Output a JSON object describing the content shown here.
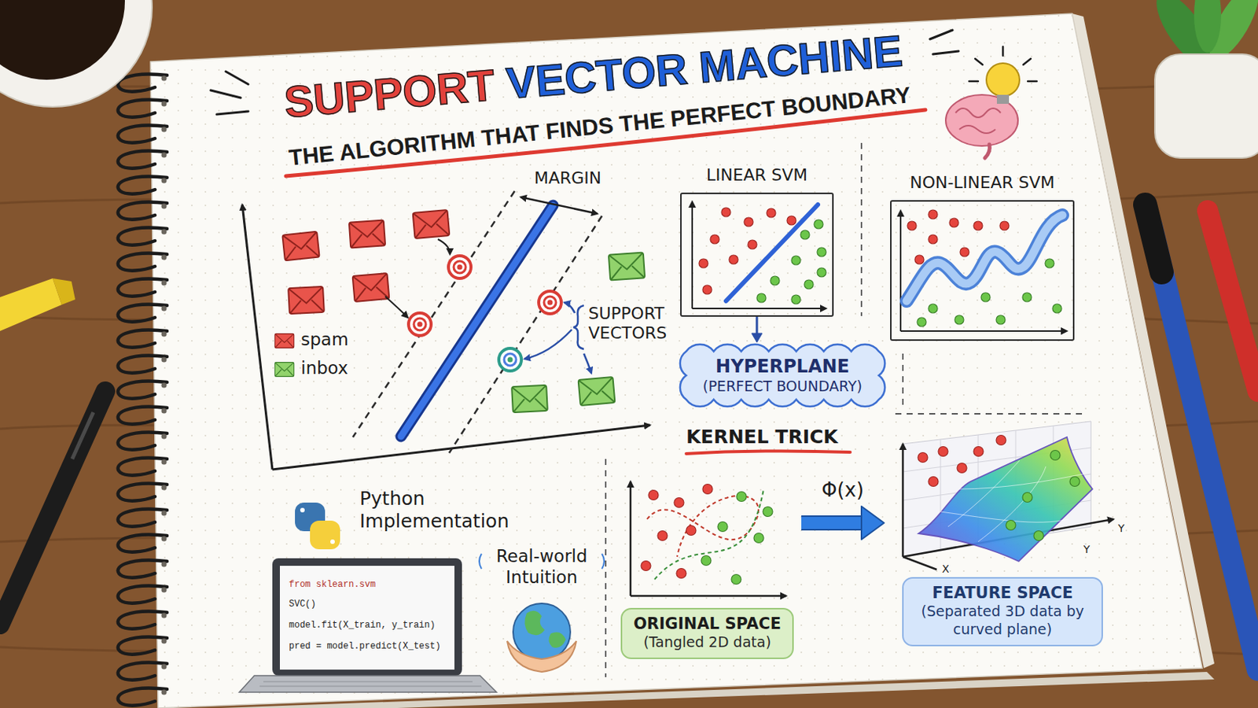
{
  "diagram": {
    "title": "SUPPORT VECTOR MACHINE",
    "nodes": [
      {
        "text": [
          "LINEAR SVM"
        ]
      },
      {
        "text": [
          "HYPERPLANE",
          "(PERFECT BOUNDARY)"
        ]
      },
      {
        "text": [
          "NON-LINEAR SVM"
        ]
      },
      {
        "text": [
          "ORIGINAL SPACE",
          "(Tangled 2D data)"
        ]
      },
      {
        "text": [
          "FEATURE SPACE",
          "(Separated 3D data by curved plane)"
        ]
      }
    ],
    "edges": [
      {
        "from": 0,
        "to": 1,
        "arrow": "to"
      },
      {
        "from": 3,
        "to": 4,
        "label": "Φ(x)",
        "arrow": "to"
      }
    ],
    "labels": [
      "THE ALGORITHM THAT FINDS THE PERFECT BOUNDARY",
      "MARGIN",
      "SUPPORT VECTORS",
      "KERNEL TRICK",
      "Python Implementation",
      "from sklearn.svm",
      "SVC()",
      "model.fit(X_train, y_train)",
      "pred = model.predict(X_test)",
      "Real-world Intuition",
      "Y",
      "Y",
      "X"
    ],
    "legend": [
      {
        "text": "spam"
      },
      {
        "text": "inbox"
      }
    ]
  }
}
